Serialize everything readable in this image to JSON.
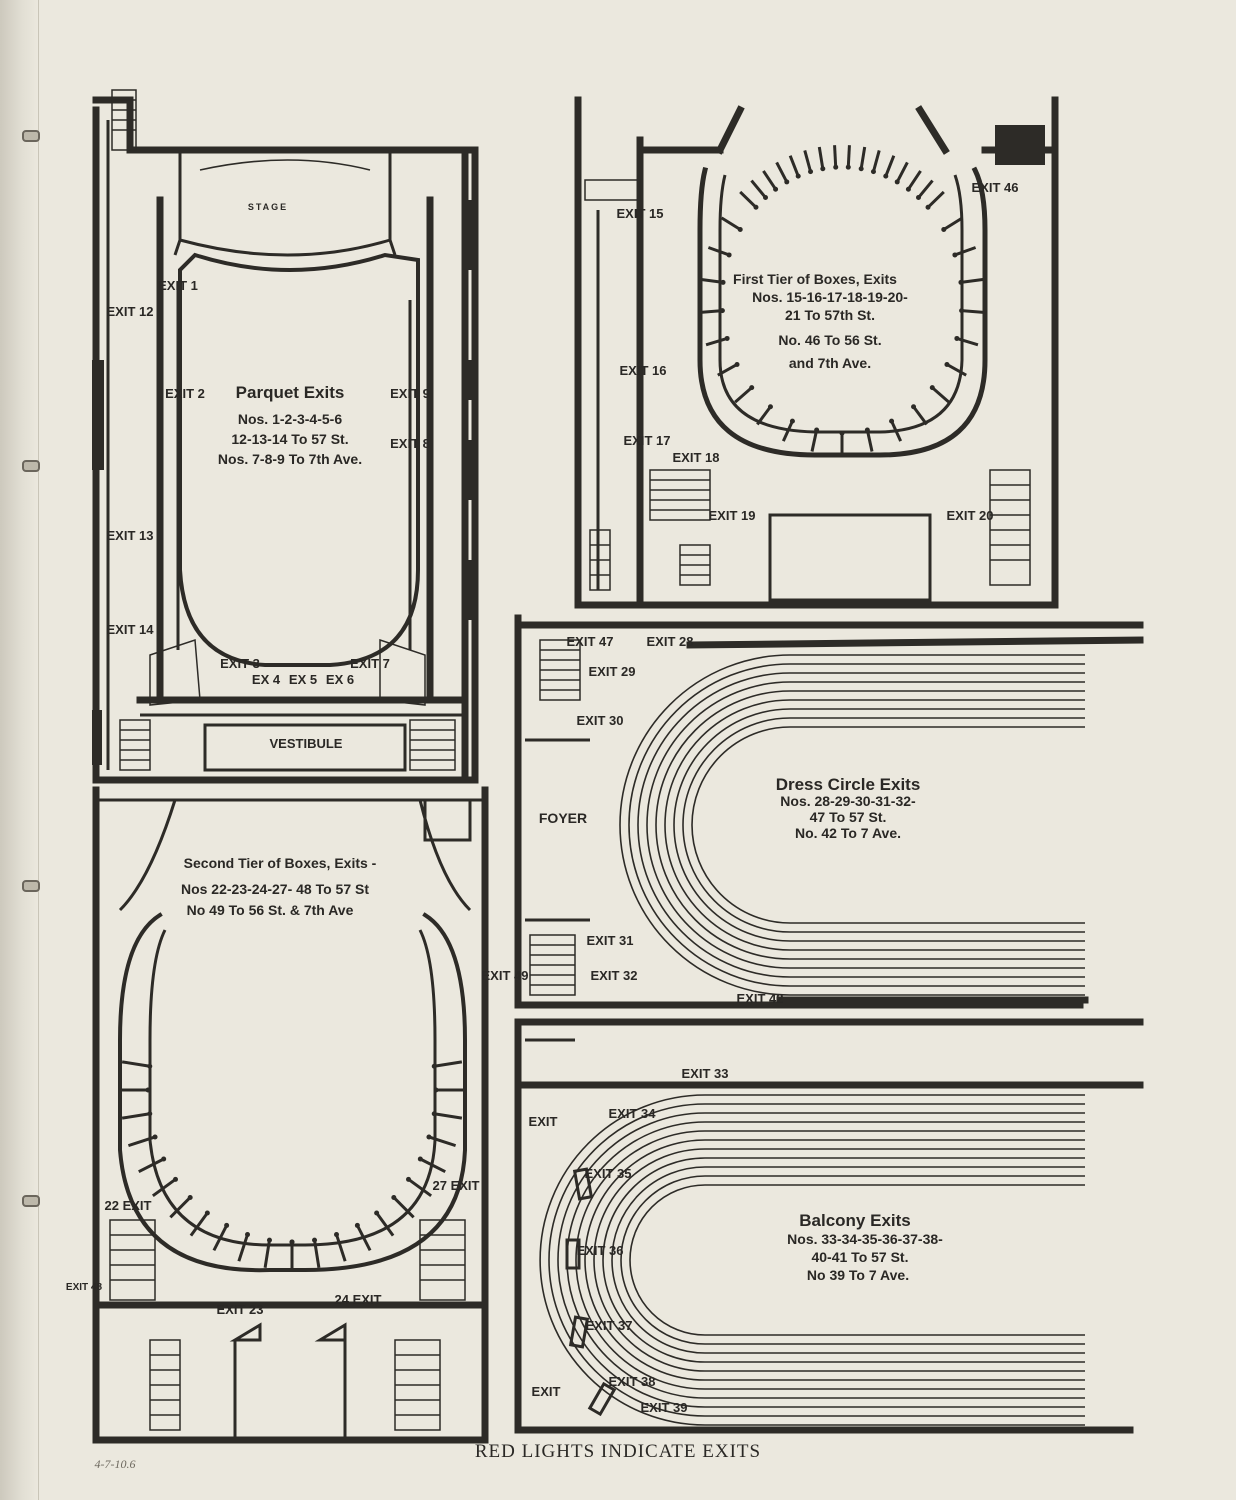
{
  "footer": {
    "caption": "RED LIGHTS INDICATE EXITS",
    "handwritten_date": "4-7-10.6"
  },
  "parquet": {
    "stage_label": "STAGE",
    "title": "Parquet Exits",
    "line1": "Nos. 1-2-3-4-5-6",
    "line2": "12-13-14 To 57 St.",
    "line3": "Nos. 7-8-9 To 7th Ave.",
    "vestibule": "VESTIBULE",
    "exits": [
      {
        "label": "EXIT 1"
      },
      {
        "label": "EXIT 2"
      },
      {
        "label": "EXIT 3"
      },
      {
        "label": "EX 4"
      },
      {
        "label": "EX 5"
      },
      {
        "label": "EX 6"
      },
      {
        "label": "EXIT 7"
      },
      {
        "label": "EXIT 8"
      },
      {
        "label": "EXIT 9"
      },
      {
        "label": "EXIT 12"
      },
      {
        "label": "EXIT 13"
      },
      {
        "label": "EXIT 14"
      }
    ]
  },
  "first_tier": {
    "line1": "First Tier of Boxes, Exits",
    "line2": "Nos. 15-16-17-18-19-20-",
    "line3": "21 To 57th St.",
    "line4": "No. 46 To 56 St.",
    "line5": "and 7th Ave.",
    "exits": [
      {
        "label": "EXIT 15"
      },
      {
        "label": "EXIT 16"
      },
      {
        "label": "EXIT 17"
      },
      {
        "label": "EXIT 18"
      },
      {
        "label": "EXIT 19"
      },
      {
        "label": "EXIT 20"
      },
      {
        "label": "EXIT 46"
      }
    ]
  },
  "dress_circle": {
    "line1": "Dress Circle Exits",
    "line2": "Nos. 28-29-30-31-32-",
    "line3": "47 To 57 St.",
    "line4": "No. 42 To 7 Ave.",
    "foyer": "FOYER",
    "exits": [
      {
        "label": "EXIT 47"
      },
      {
        "label": "EXIT 28"
      },
      {
        "label": "EXIT 29"
      },
      {
        "label": "EXIT 30"
      },
      {
        "label": "EXIT 31"
      },
      {
        "label": "EXIT 32"
      },
      {
        "label": "EXIT 42"
      }
    ]
  },
  "second_tier": {
    "line1": "Second Tier of Boxes, Exits -",
    "line2": "Nos 22-23-24-27- 48 To 57 St",
    "line3": "No 49 To 56 St. & 7th Ave",
    "exits": [
      {
        "label": "EXIT 49"
      },
      {
        "label": "22 EXIT"
      },
      {
        "label": "27 EXIT"
      },
      {
        "label": "EXIT 23"
      },
      {
        "label": "24 EXIT"
      },
      {
        "label": "EXIT 48"
      }
    ]
  },
  "balcony": {
    "line1": "Balcony Exits",
    "line2": "Nos. 33-34-35-36-37-38-",
    "line3": "40-41 To 57 St.",
    "line4": "No 39 To 7 Ave.",
    "exits": [
      {
        "label": "EXIT 33"
      },
      {
        "label": "EXIT"
      },
      {
        "label": "EXIT 34"
      },
      {
        "label": "EXIT 35"
      },
      {
        "label": "EXIT 36"
      },
      {
        "label": "EXIT 37"
      },
      {
        "label": "EXIT 38"
      },
      {
        "label": "EXIT 39"
      },
      {
        "label": "EXIT"
      }
    ]
  }
}
